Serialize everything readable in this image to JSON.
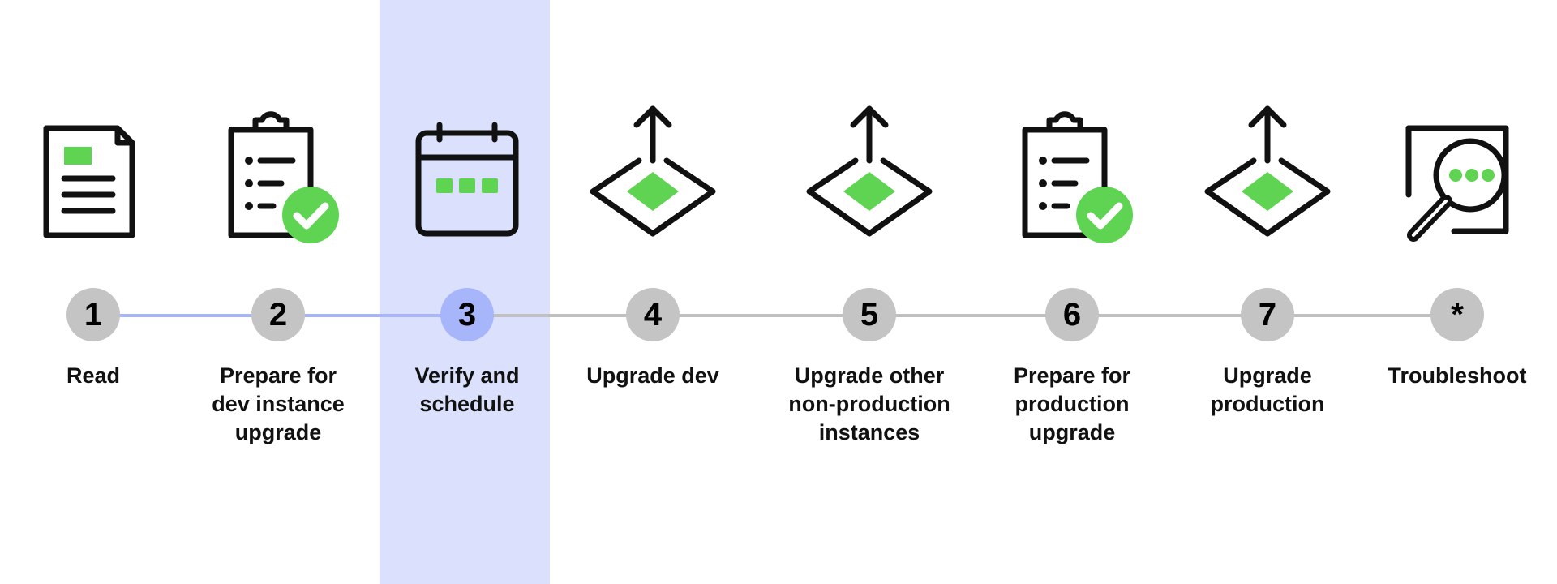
{
  "colors": {
    "accent_green": "#5fd352",
    "current_step": "#a7b5fb",
    "pending_step": "#c4c4c4",
    "highlight_column": "#dbe1fd",
    "icon_stroke": "#111111"
  },
  "current_step_index": 2,
  "steps": [
    {
      "number": "1",
      "label": "Read",
      "icon": "document-icon"
    },
    {
      "number": "2",
      "label": "Prepare for\ndev instance\nupgrade",
      "icon": "clipboard-check-icon"
    },
    {
      "number": "3",
      "label": "Verify and\nschedule",
      "icon": "calendar-icon"
    },
    {
      "number": "4",
      "label": "Upgrade dev",
      "icon": "upgrade-arrow-icon"
    },
    {
      "number": "5",
      "label": "Upgrade other\nnon-production\ninstances",
      "icon": "upgrade-arrow-icon"
    },
    {
      "number": "6",
      "label": "Prepare for\nproduction\nupgrade",
      "icon": "clipboard-check-icon"
    },
    {
      "number": "7",
      "label": "Upgrade\nproduction",
      "icon": "upgrade-arrow-icon"
    },
    {
      "number": "*",
      "label": "Troubleshoot",
      "icon": "magnifier-icon"
    }
  ]
}
